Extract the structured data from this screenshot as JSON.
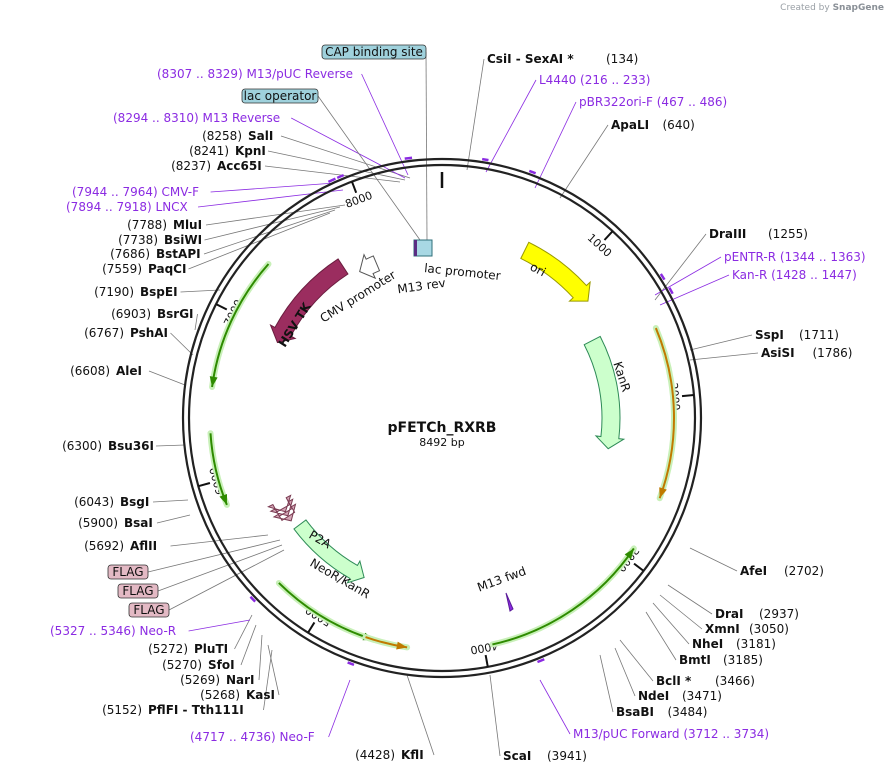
{
  "credit": {
    "prefix": "Created by",
    "brand": "SnapGene"
  },
  "plasmid": {
    "name": "pFETCh_RXRB",
    "length_label": "8492 bp",
    "total_bp": 8492
  },
  "ticks": [
    "1000",
    "2000",
    "3000",
    "4000",
    "5000",
    "6000",
    "7000",
    "8000"
  ],
  "colors": {
    "backbone": "#222222",
    "enzyme_line": "#666666",
    "primer": "#8b2be2",
    "ori": "#ffff00",
    "kanr": "#ccffcc",
    "hsvtk": "#9b2d5f",
    "neokanr": "#ccffcc",
    "p2a_flag": "#d4a6b6",
    "promoter": "#ffffff",
    "orf_green": "#2e8b00",
    "orf_orange": "#cc7700",
    "cap_fill": "#9fd1dc",
    "flag_fill": "#e3b9c4"
  },
  "boxed_labels": [
    {
      "text": "CAP binding site",
      "fill": "#9fd1dc"
    },
    {
      "text": "lac operator",
      "fill": "#9fd1dc"
    },
    {
      "text": "FLAG",
      "fill": "#e3b9c4"
    },
    {
      "text": "FLAG",
      "fill": "#e3b9c4"
    },
    {
      "text": "FLAG",
      "fill": "#e3b9c4"
    }
  ],
  "enzymes_left": [
    {
      "pos": "(8258)",
      "name": "SalI"
    },
    {
      "pos": "(8241)",
      "name": "KpnI"
    },
    {
      "pos": "(8237)",
      "name": "Acc65I"
    },
    {
      "pos": "(7788)",
      "name": "MluI"
    },
    {
      "pos": "(7738)",
      "name": "BsiWI"
    },
    {
      "pos": "(7686)",
      "name": "BstAPI"
    },
    {
      "pos": "(7559)",
      "name": "PaqCI"
    },
    {
      "pos": "(7190)",
      "name": "BspEI"
    },
    {
      "pos": "(6903)",
      "name": "BsrGI"
    },
    {
      "pos": "(6767)",
      "name": "PshAI"
    },
    {
      "pos": "(6608)",
      "name": "AleI"
    },
    {
      "pos": "(6300)",
      "name": "Bsu36I"
    },
    {
      "pos": "(6043)",
      "name": "BsgI"
    },
    {
      "pos": "(5900)",
      "name": "BsaI"
    },
    {
      "pos": "(5692)",
      "name": "AflII"
    },
    {
      "pos": "(5272)",
      "name": "PluTI"
    },
    {
      "pos": "(5270)",
      "name": "SfoI"
    },
    {
      "pos": "(5269)",
      "name": "NarI"
    },
    {
      "pos": "(5268)",
      "name": "KasI"
    },
    {
      "pos": "(5152)",
      "name": "PflFI - Tth111I"
    },
    {
      "pos": "(4428)",
      "name": "KflI"
    }
  ],
  "enzymes_right": [
    {
      "name": "CsiI - SexAI *",
      "pos": "(134)"
    },
    {
      "name": "ApaLI",
      "pos": "(640)"
    },
    {
      "name": "DraIII",
      "pos": "(1255)"
    },
    {
      "name": "SspI",
      "pos": "(1711)"
    },
    {
      "name": "AsiSI",
      "pos": "(1786)"
    },
    {
      "name": "AfeI",
      "pos": "(2702)"
    },
    {
      "name": "DraI",
      "pos": "(2937)"
    },
    {
      "name": "XmnI",
      "pos": "(3050)"
    },
    {
      "name": "NheI",
      "pos": "(3181)"
    },
    {
      "name": "BmtI",
      "pos": "(3185)"
    },
    {
      "name": "BclI *",
      "pos": "(3466)"
    },
    {
      "name": "NdeI",
      "pos": "(3471)"
    },
    {
      "name": "BsaBI",
      "pos": "(3484)"
    },
    {
      "name": "ScaI",
      "pos": "(3941)"
    }
  ],
  "primers": [
    {
      "range": "(8307 .. 8329)",
      "name": "M13/pUC Reverse"
    },
    {
      "range": "(8294 .. 8310)",
      "name": "M13 Reverse"
    },
    {
      "range": "(7944 .. 7964)",
      "name": "CMV-F"
    },
    {
      "range": "(7894 .. 7918)",
      "name": "LNCX"
    },
    {
      "name": "L4440",
      "range": "(216 .. 233)"
    },
    {
      "name": "pBR322ori-F",
      "range": "(467 .. 486)"
    },
    {
      "name": "pENTR-R",
      "range": "(1344 .. 1363)"
    },
    {
      "name": "Kan-R",
      "range": "(1428 .. 1447)"
    },
    {
      "range": "(5327 .. 5346)",
      "name": "Neo-R"
    },
    {
      "range": "(4717 .. 4736)",
      "name": "Neo-F"
    },
    {
      "name": "M13/pUC Forward",
      "range": "(3712 .. 3734)"
    }
  ],
  "features": [
    {
      "name": "ori"
    },
    {
      "name": "KanR"
    },
    {
      "name": "HSV TK"
    },
    {
      "name": "CMV promoter"
    },
    {
      "name": "lac promoter"
    },
    {
      "name": "M13 rev"
    },
    {
      "name": "P2A"
    },
    {
      "name": "NeoR/KanR"
    },
    {
      "name": "M13 fwd"
    }
  ]
}
